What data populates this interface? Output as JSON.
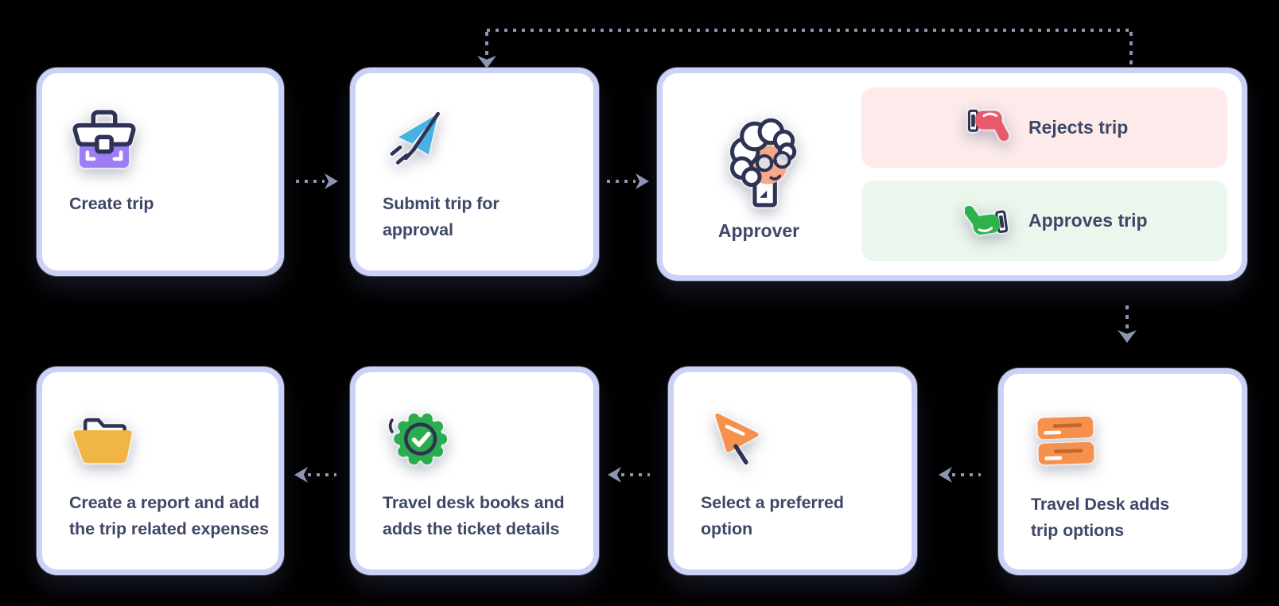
{
  "canvas": {
    "background": "#000000"
  },
  "palette": {
    "card_background": "#ffffff",
    "card_border": "#cbd2f7",
    "text": "#3f4767",
    "arrow": "#8b94b1",
    "briefcase_purple": "#9d7cf6",
    "plane_blue": "#47b1e3",
    "reject_red": "#e8596b",
    "reject_chip_bg": "#fcebea",
    "approve_green": "#2fb24c",
    "approve_chip_bg": "#ebf6ec",
    "list_orange": "#f6914d",
    "folder_yellow": "#f0b544",
    "badge_green": "#2bad4f",
    "outline_navy": "#2e3354",
    "skin": "#f6a988"
  },
  "flow": {
    "cards": {
      "create_trip": {
        "icon": "briefcase-icon",
        "lines": [
          "Create trip"
        ]
      },
      "submit_trip": {
        "icon": "paper-plane-icon",
        "lines": [
          "Submit trip for",
          "approval"
        ]
      },
      "approver": {
        "icon": "approver-avatar",
        "label": "Approver",
        "outcomes": {
          "reject": {
            "icon": "thumbs-down-icon",
            "label": "Rejects trip"
          },
          "approve": {
            "icon": "thumbs-up-icon",
            "label": "Approves trip"
          }
        }
      },
      "travel_desk_adds": {
        "icon": "list-rows-icon",
        "lines": [
          "Travel Desk adds",
          "trip options"
        ]
      },
      "select_option": {
        "icon": "cursor-icon",
        "lines": [
          "Select a preferred",
          "option"
        ]
      },
      "travel_desk_books": {
        "icon": "verified-badge-icon",
        "lines": [
          "Travel desk books and",
          "adds the ticket details"
        ]
      },
      "create_report": {
        "icon": "folder-icon",
        "lines": [
          "Create a report and add",
          "the trip related expenses"
        ]
      }
    },
    "connections": [
      {
        "from": "create_trip",
        "to": "submit_trip",
        "style": "dotted-arrow-right"
      },
      {
        "from": "submit_trip",
        "to": "approver",
        "style": "dotted-arrow-right"
      },
      {
        "from": "approver",
        "to": "submit_trip",
        "style": "dotted-loop-over-top"
      },
      {
        "from": "approver",
        "to": "travel_desk_adds",
        "style": "dotted-arrow-down"
      },
      {
        "from": "travel_desk_adds",
        "to": "select_option",
        "style": "dotted-arrow-left"
      },
      {
        "from": "select_option",
        "to": "travel_desk_books",
        "style": "dotted-arrow-left"
      },
      {
        "from": "travel_desk_books",
        "to": "create_report",
        "style": "dotted-arrow-left"
      }
    ]
  }
}
